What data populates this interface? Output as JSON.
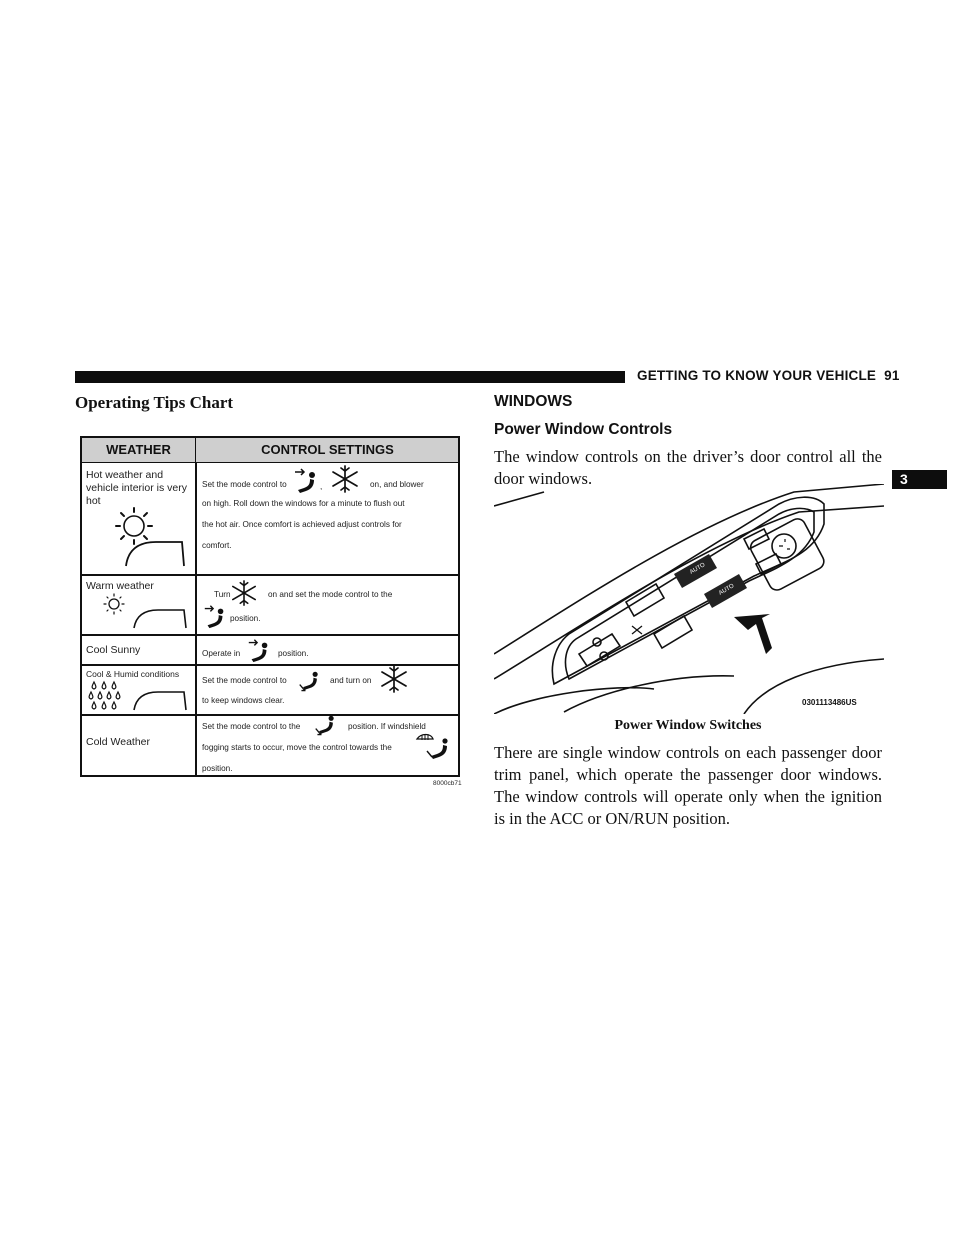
{
  "header": {
    "section": "GETTING TO KNOW YOUR VEHICLE",
    "page_number": "91",
    "chapter_tab": "3"
  },
  "left": {
    "heading": "Operating Tips Chart",
    "chart": {
      "col_weather": "WEATHER",
      "col_settings": "CONTROL SETTINGS",
      "rows": [
        {
          "weather": "Hot weather and vehicle interior is very hot",
          "settings_a": "Set the mode control to",
          "settings_b": ",",
          "settings_c": "on, and blower",
          "settings_d": "on high. Roll down the windows for a minute to flush out",
          "settings_e": "the hot air. Once comfort is achieved adjust controls for",
          "settings_f": "comfort."
        },
        {
          "weather": "Warm weather",
          "settings_a": "Turn",
          "settings_b": "on and set the mode control to the",
          "settings_c": "position."
        },
        {
          "weather": "Cool Sunny",
          "settings_a": "Operate in",
          "settings_b": "position."
        },
        {
          "weather": "Cool & Humid conditions",
          "settings_a": "Set the mode control to",
          "settings_b": "and turn on",
          "settings_c": "to keep windows clear."
        },
        {
          "weather": "Cold Weather",
          "settings_a": "Set the mode control to the",
          "settings_b": "position. If windshield",
          "settings_c": "fogging starts to occur, move the control towards the",
          "settings_d": "position."
        }
      ],
      "image_code": "8000cb71"
    }
  },
  "right": {
    "heading": "WINDOWS",
    "subheading": "Power Window Controls",
    "paragraph1": "The window controls on the driver’s door control all the door windows.",
    "image_code": "0301113486US",
    "figure_caption": "Power Window Switches",
    "paragraph2": "There are single window controls on each passenger door trim panel, which operate the passenger door windows. The window controls will operate only when the ignition is in the ACC or ON/RUN position."
  }
}
